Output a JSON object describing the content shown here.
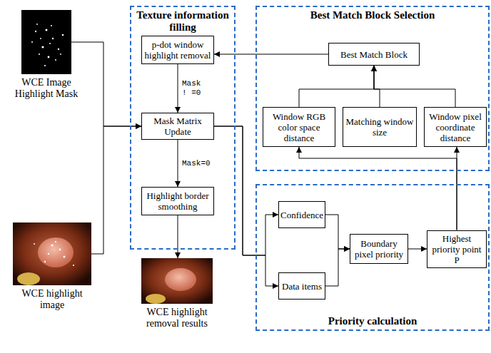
{
  "diagram": {
    "nodes": [
      {
        "text": [
          "WCE Image Highlight Mask"
        ]
      },
      {
        "text": [
          "Texture information filling"
        ]
      },
      {
        "text": [
          "p-dot window highlight removal"
        ],
        "in": 1
      },
      {
        "text": [
          "Mask Matrix Update"
        ],
        "in": 1
      },
      {
        "text": [
          "Highlight border smoothing"
        ],
        "in": 1
      },
      {
        "text": [
          "Best Match Block Selection"
        ]
      },
      {
        "text": [
          "Best Match Block"
        ],
        "in": 5
      },
      {
        "text": [
          "Window RGB color space distance"
        ],
        "in": 5
      },
      {
        "text": [
          "Matching window size"
        ],
        "in": 5
      },
      {
        "text": [
          "Window pixel coordinate distance"
        ],
        "in": 5
      },
      {
        "text": [
          "WCE highlight image"
        ]
      },
      {
        "text": [
          "WCE highlight removal results"
        ]
      },
      {
        "text": [
          "Priority calculation"
        ]
      },
      {
        "text": [
          "Confidence"
        ],
        "in": 12
      },
      {
        "text": [
          "Data items"
        ],
        "in": 12
      },
      {
        "text": [
          "Boundary pixel priority"
        ],
        "in": 12
      },
      {
        "text": [
          "Highest priority point P"
        ],
        "in": 12
      }
    ],
    "edges": [
      {
        "from": 0,
        "to": 3,
        "arrow": "to"
      },
      {
        "from": 10,
        "to": 3,
        "arrow": "to"
      },
      {
        "from": 6,
        "to": 2,
        "arrow": "to"
      },
      {
        "from": 2,
        "to": 3,
        "label": "Mask ! =0",
        "arrow": "to"
      },
      {
        "from": 3,
        "to": 4,
        "label": "Mask=0",
        "arrow": "to"
      },
      {
        "from": 4,
        "to": 11,
        "arrow": "to"
      },
      {
        "from": 7,
        "to": 6,
        "arrow": "to"
      },
      {
        "from": 8,
        "to": 6,
        "arrow": "to"
      },
      {
        "from": 9,
        "to": 6,
        "arrow": "to"
      },
      {
        "from": 3,
        "to": 13,
        "arrow": "to"
      },
      {
        "from": 3,
        "to": 14,
        "arrow": "to"
      },
      {
        "from": 13,
        "to": 15,
        "arrow": "to"
      },
      {
        "from": 14,
        "to": 15,
        "arrow": "to"
      },
      {
        "from": 15,
        "to": 16,
        "arrow": "to"
      },
      {
        "from": 16,
        "to": 9,
        "arrow": "to"
      },
      {
        "from": 16,
        "to": 7,
        "arrow": "to"
      }
    ]
  }
}
